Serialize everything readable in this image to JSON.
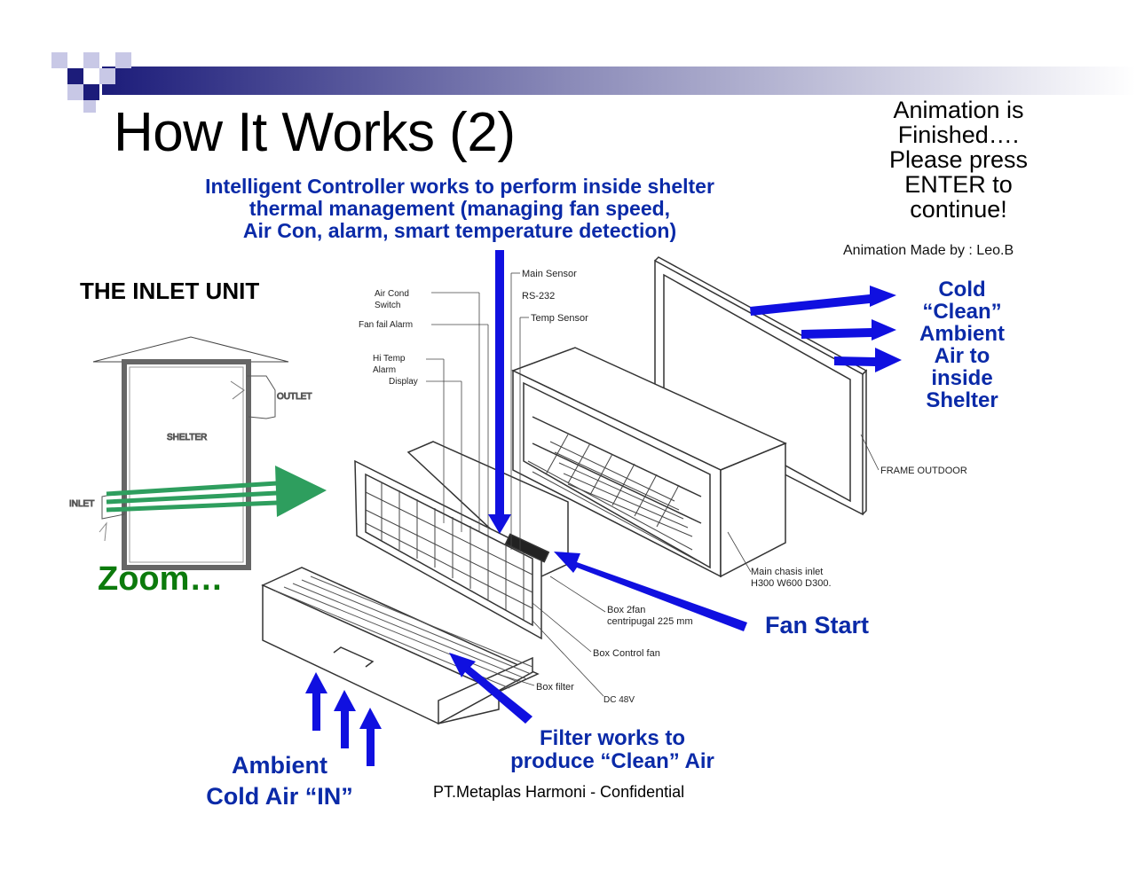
{
  "slide": {
    "title": "How It Works (2)",
    "notice_lines": [
      "Animation is",
      "Finished….",
      "Please press",
      "ENTER to",
      "continue!"
    ],
    "credit": "Animation Made by : Leo.B",
    "intro_lines": [
      "Intelligent Controller works to perform inside shelter",
      "thermal management (managing fan speed,",
      "Air Con, alarm, smart temperature detection)"
    ],
    "inlet_title": "THE INLET UNIT",
    "zoom_label": "Zoom…",
    "cold_air_lines": [
      "Cold",
      "“Clean”",
      "Ambient",
      "Air to",
      "inside",
      "Shelter"
    ],
    "fan_start_label": "Fan Start",
    "filter_lines": [
      "Filter works to",
      "produce “Clean” Air"
    ],
    "ambient_lines": [
      "Ambient",
      "Cold Air “IN”"
    ],
    "footer": "PT.Metaplas Harmoni - Confidential"
  },
  "shelter_sketch": {
    "shelter_label": "SHELTER",
    "outlet_label": "OUTLET",
    "inlet_label": "INLET"
  },
  "part_labels": {
    "main_sensor": "Main Sensor",
    "rs232": "RS-232",
    "air_cond_switch_1": "Air Cond",
    "air_cond_switch_2": "Switch",
    "temp_sensor": "Temp Sensor",
    "fan_fail_alarm": "Fan fail Alarm",
    "hi_temp_alarm_1": "Hi Temp",
    "hi_temp_alarm_2": "Alarm",
    "display": "Display",
    "frame_outdoor": "FRAME  OUTDOOR",
    "main_chasis_1": "Main  chasis  inlet",
    "main_chasis_2": "H300  W600  D300.",
    "box_2fan_1": "Box  2fan",
    "box_2fan_2": "centripugal  225  mm",
    "box_control_fan": "Box  Control  fan",
    "box_filter": "Box  filter",
    "dc_48v": "DC 48V"
  },
  "colors": {
    "arrow_blue": "#1010e0",
    "label_blue": "#0a2aa8",
    "airflow_green": "#2e9e5e",
    "zoom_green": "#0c7a0c",
    "header_navy": "#1c1c7a"
  }
}
